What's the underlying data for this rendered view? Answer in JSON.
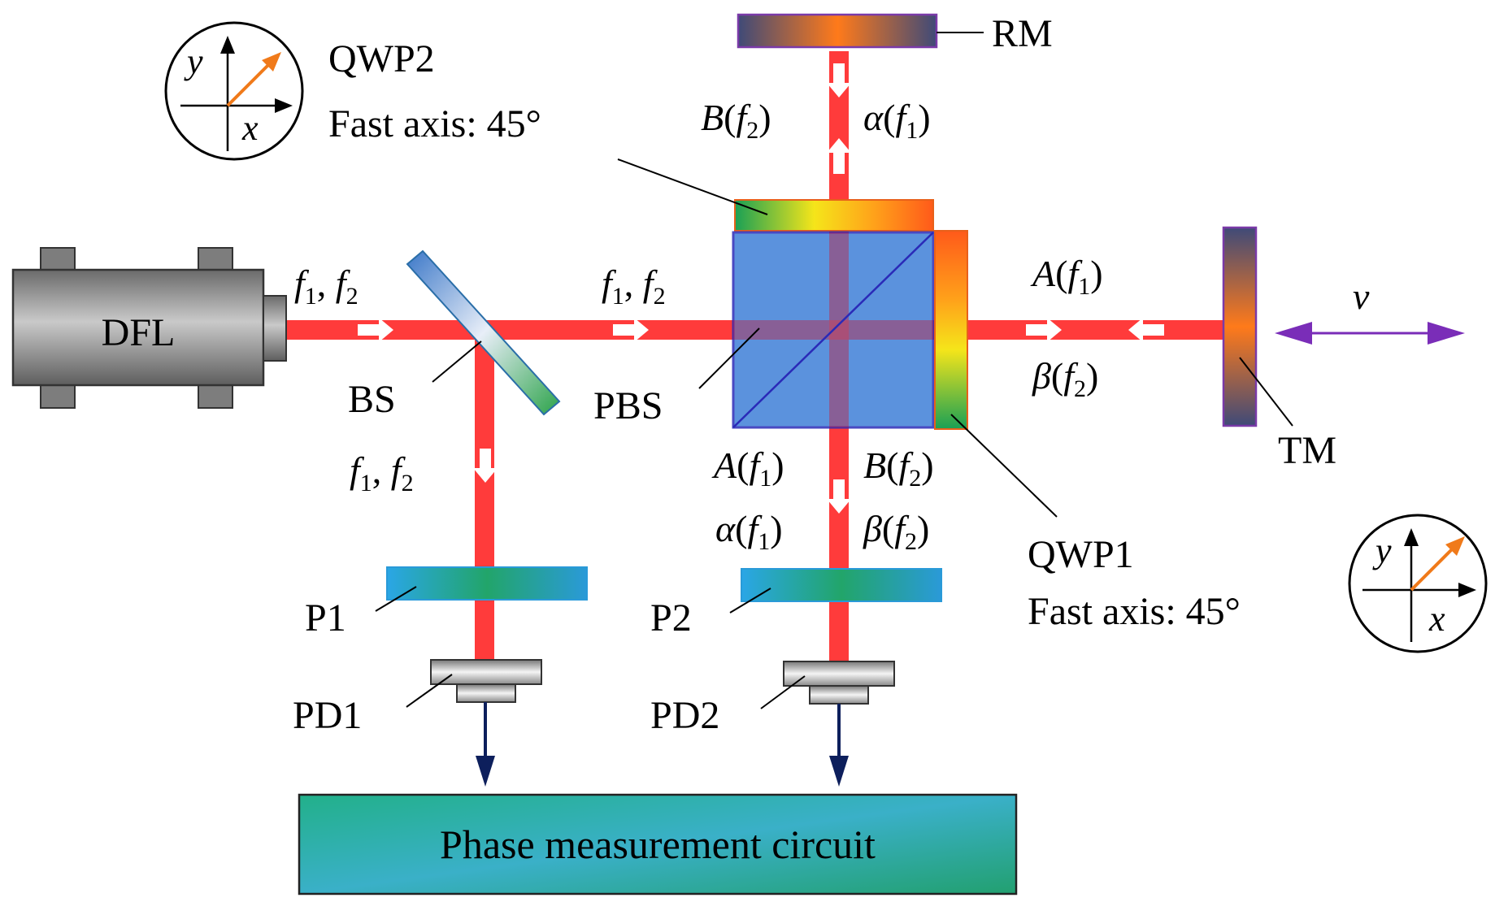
{
  "components": {
    "laser": "DFL",
    "beam_splitter": "BS",
    "polarizing_beam_splitter": "PBS",
    "reference_mirror": "RM",
    "target_mirror": "TM",
    "polarizer_1": "P1",
    "polarizer_2": "P2",
    "photodetector_1": "PD1",
    "photodetector_2": "PD2",
    "qwp1": {
      "name": "QWP1",
      "fast_axis": "Fast axis: 45°"
    },
    "qwp2": {
      "name": "QWP2",
      "fast_axis": "Fast axis: 45°"
    },
    "circuit": "Phase measurement circuit"
  },
  "beams": {
    "laser_out": {
      "a": "f",
      "a_sub": "1",
      "sep": ", ",
      "b": "f",
      "b_sub": "2"
    },
    "bs_to_pbs": {
      "a": "f",
      "a_sub": "1",
      "sep": ", ",
      "b": "f",
      "b_sub": "2"
    },
    "bs_down": {
      "a": "f",
      "a_sub": "1",
      "sep": ", ",
      "b": "f",
      "b_sub": "2"
    },
    "ref_left": {
      "fn": "B",
      "var": "f",
      "sub": "2"
    },
    "ref_right": {
      "fn": "α",
      "var": "f",
      "sub": "1"
    },
    "meas_top": {
      "fn": "A",
      "var": "f",
      "sub": "1"
    },
    "meas_bottom": {
      "fn": "β",
      "var": "f",
      "sub": "2"
    },
    "out_left_1": {
      "fn": "A",
      "var": "f",
      "sub": "1"
    },
    "out_left_2": {
      "fn": "α",
      "var": "f",
      "sub": "1"
    },
    "out_right_1": {
      "fn": "B",
      "var": "f",
      "sub": "2"
    },
    "out_right_2": {
      "fn": "β",
      "var": "f",
      "sub": "2"
    }
  },
  "velocity_label": "v",
  "axis_inset": {
    "y_label": "y",
    "x_label": "x"
  },
  "colors": {
    "beam": "#ff2a2a",
    "signal_arrow": "#0d1f5c",
    "velocity_arrow": "#7a2db8",
    "pol_arrow": "#f07a1a"
  }
}
